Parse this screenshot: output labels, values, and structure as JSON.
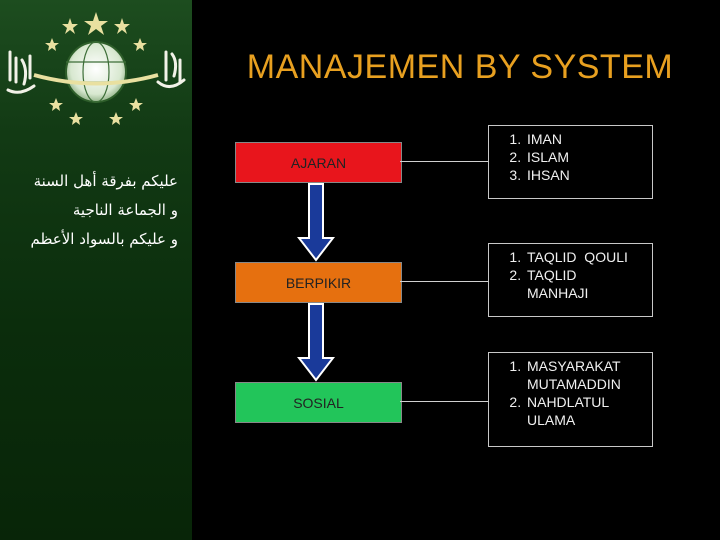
{
  "title": "MANAJEMEN BY SYSTEM",
  "arabic_lines": [
    "عليكم بفرقة  أهل السنة",
    "و الجماعة الناجية",
    "و عليكم بالسواد الأعظم"
  ],
  "steps": [
    {
      "label": "AJARAN",
      "color": "#e8151c"
    },
    {
      "label": "BERPIKIR",
      "color": "#e6700f"
    },
    {
      "label": "SOSIAL",
      "color": "#22c55a"
    }
  ],
  "lists": [
    [
      "IMAN",
      "ISLAM",
      "IHSAN"
    ],
    [
      "TAQLID  QOULI",
      "TAQLID MANHAJI"
    ],
    [
      "MASYARAKAT MUTAMADDIN",
      "NAHDLATUL ULAMA"
    ]
  ],
  "colors": {
    "title": "#e8a020",
    "sidebar": "#123a14",
    "arrow_fill": "#1a3a9a"
  },
  "logo_icon": "nu-globe-logo-icon"
}
